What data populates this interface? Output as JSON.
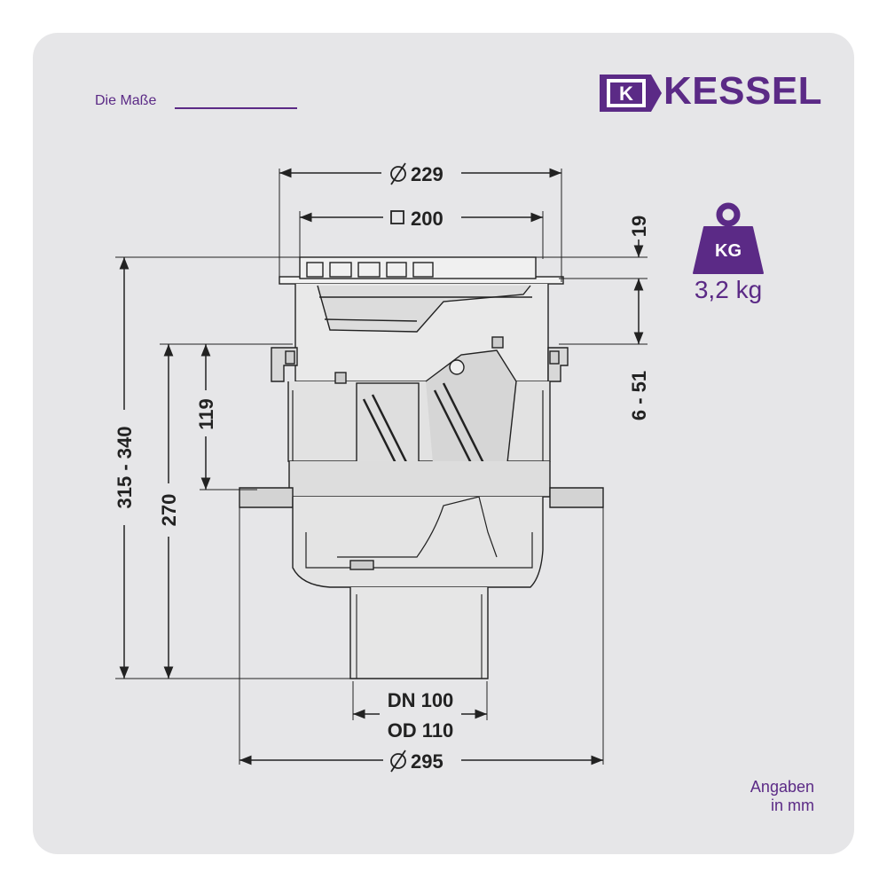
{
  "header": {
    "section_label": "Die Maße",
    "brand": "KESSEL",
    "brand_mark": "K"
  },
  "weight": {
    "icon": "kettlebell-weight-icon",
    "icon_label": "KG",
    "value": "3,2 kg"
  },
  "dimensions": {
    "outer_diameter_top": "229",
    "square_grate": "200",
    "top_offset": "19",
    "adjust_range": "6 - 51",
    "total_height": "315 - 340",
    "body_height": "270",
    "flange_height": "119",
    "outlet_dn": "DN 100",
    "outlet_od": "OD 110",
    "flange_diameter": "295"
  },
  "footer": {
    "units_line1": "Angaben",
    "units_line2": "in mm"
  },
  "colors": {
    "brand_purple": "#5b2a86",
    "card_background": "#e6e6e8",
    "line": "#222222"
  }
}
